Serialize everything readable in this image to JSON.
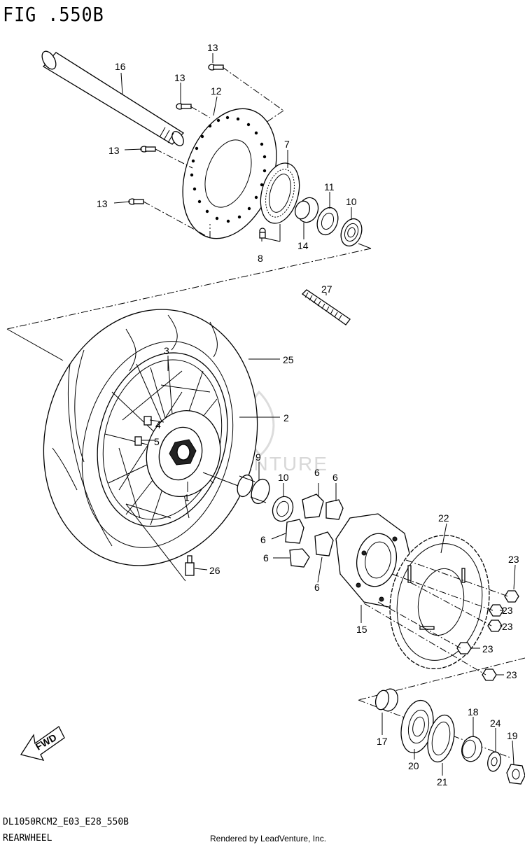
{
  "header": {
    "figure_title": "FIG .550B"
  },
  "footer": {
    "model_code": "DL1050RCM2_E03_E28_550B",
    "section_name": "REARWHEEL",
    "credit": "Rendered by LeadVenture, Inc."
  },
  "watermark": {
    "text": "LEADVENTURE"
  },
  "fwd_arrow": {
    "label": "FWD"
  },
  "callouts": {
    "c1": "1",
    "c2": "2",
    "c3": "3",
    "c4": "4",
    "c5": "5",
    "c6a": "6",
    "c6b": "6",
    "c6c": "6",
    "c6d": "6",
    "c6e": "6",
    "c7": "7",
    "c8": "8",
    "c9": "9",
    "c10a": "10",
    "c10b": "10",
    "c11": "11",
    "c12": "12",
    "c13a": "13",
    "c13b": "13",
    "c13c": "13",
    "c13d": "13",
    "c14": "14",
    "c15": "15",
    "c16": "16",
    "c17": "17",
    "c18": "18",
    "c19": "19",
    "c20": "20",
    "c21": "21",
    "c22": "22",
    "c23a": "23",
    "c23b": "23",
    "c23c": "23",
    "c23d": "23",
    "c23e": "23",
    "c24": "24",
    "c25": "25",
    "c26": "26",
    "c27": "27"
  }
}
